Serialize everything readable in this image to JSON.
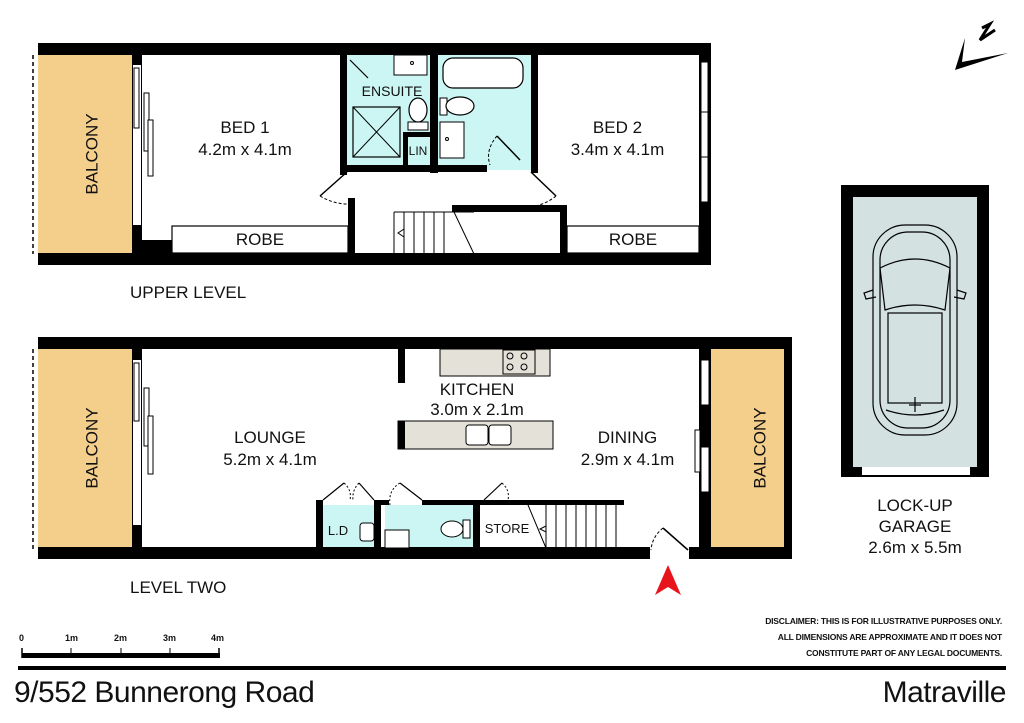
{
  "title": {
    "address": "9/552 Bunnerong Road",
    "suburb": "Matraville"
  },
  "upper_level": {
    "label": "UPPER LEVEL",
    "rooms": [
      {
        "name": "BALCONY"
      },
      {
        "name": "BED 1",
        "dims": "4.2m x 4.1m"
      },
      {
        "name": "ENSUITE"
      },
      {
        "name": "LIN"
      },
      {
        "name": "BED 2",
        "dims": "3.4m x 4.1m"
      },
      {
        "name": "ROBE"
      },
      {
        "name": "ROBE"
      }
    ]
  },
  "level_two": {
    "label": "LEVEL TWO",
    "rooms": [
      {
        "name": "BALCONY"
      },
      {
        "name": "LOUNGE",
        "dims": "5.2m x 4.1m"
      },
      {
        "name": "KITCHEN",
        "dims": "3.0m x 2.1m"
      },
      {
        "name": "DINING",
        "dims": "2.9m x 4.1m"
      },
      {
        "name": "BALCONY"
      },
      {
        "name": "L.D"
      },
      {
        "name": "STORE"
      }
    ]
  },
  "garage": {
    "name_line1": "LOCK-UP",
    "name_line2": "GARAGE",
    "dims": "2.6m x 5.5m"
  },
  "scale_bar": {
    "ticks": [
      "0",
      "1m",
      "2m",
      "3m",
      "4m"
    ]
  },
  "compass": {
    "icon": "north-arrow-icon",
    "label": "N"
  },
  "entry_marker": {
    "icon": "entry-arrow-icon",
    "color": "#e8141b"
  },
  "disclaimer": {
    "line1": "DISCLAIMER: THIS IS FOR ILLUSTRATIVE PURPOSES ONLY.",
    "line2": "ALL DIMENSIONS ARE APPROXIMATE AND IT DOES NOT",
    "line3": "CONSTITUTE PART OF ANY LEGAL DOCUMENTS."
  },
  "colors": {
    "balcony": "#f4cf8c",
    "wet_area": "#ccf6f3",
    "bench": "#e4e2d8",
    "garage_floor": "#d4e1e1",
    "wall": "#000000"
  }
}
